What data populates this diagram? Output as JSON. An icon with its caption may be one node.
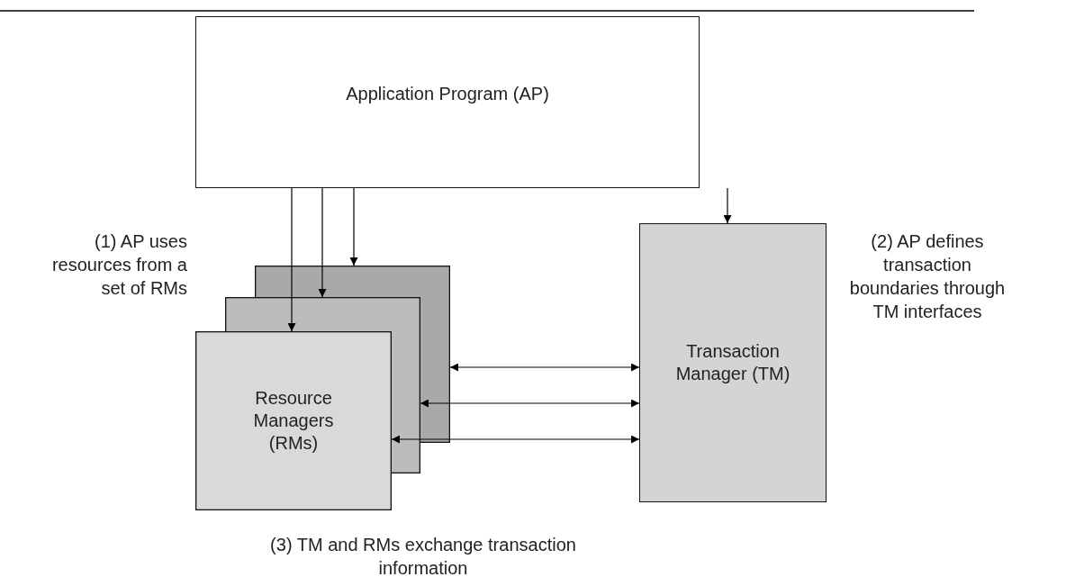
{
  "diagram": {
    "nodes": [
      {
        "text": [
          "Application Program (AP)"
        ]
      },
      {
        "text": [
          "Resource Managers (RMs)"
        ]
      },
      {
        "text": [
          "Transaction Manager (TM)"
        ]
      }
    ],
    "edges": [
      {
        "from": 0,
        "to": 1,
        "arrow": "to"
      },
      {
        "from": 0,
        "to": 1,
        "arrow": "to"
      },
      {
        "from": 0,
        "to": 1,
        "arrow": "to"
      },
      {
        "from": 0,
        "to": 2,
        "arrow": "to"
      },
      {
        "from": 1,
        "to": 2,
        "arrow": "both"
      },
      {
        "from": 1,
        "to": 2,
        "arrow": "both"
      },
      {
        "from": 1,
        "to": 2,
        "arrow": "both"
      }
    ],
    "labels": [
      "(1) AP uses resources from a set of RMs",
      "(2) AP defines transaction boundaries through TM interfaces",
      "(3) TM and RMs exchange transaction information"
    ]
  }
}
